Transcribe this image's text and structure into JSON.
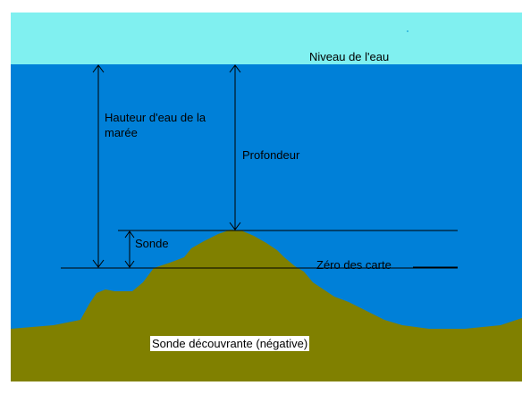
{
  "diagram": {
    "labels": {
      "water_level": "Niveau de l'eau",
      "tide_height": "Hauteur d'eau de la marée",
      "depth": "Profondeur",
      "sounding": "Sonde",
      "chart_datum": "Zéro des carte",
      "drying_height": "Sonde découvrante (négative)"
    },
    "colors": {
      "surface_band": "#80f0f0",
      "water": "#0080d8",
      "seabed": "#808000",
      "lines": "#000000",
      "label_box": "#ffffff"
    }
  }
}
